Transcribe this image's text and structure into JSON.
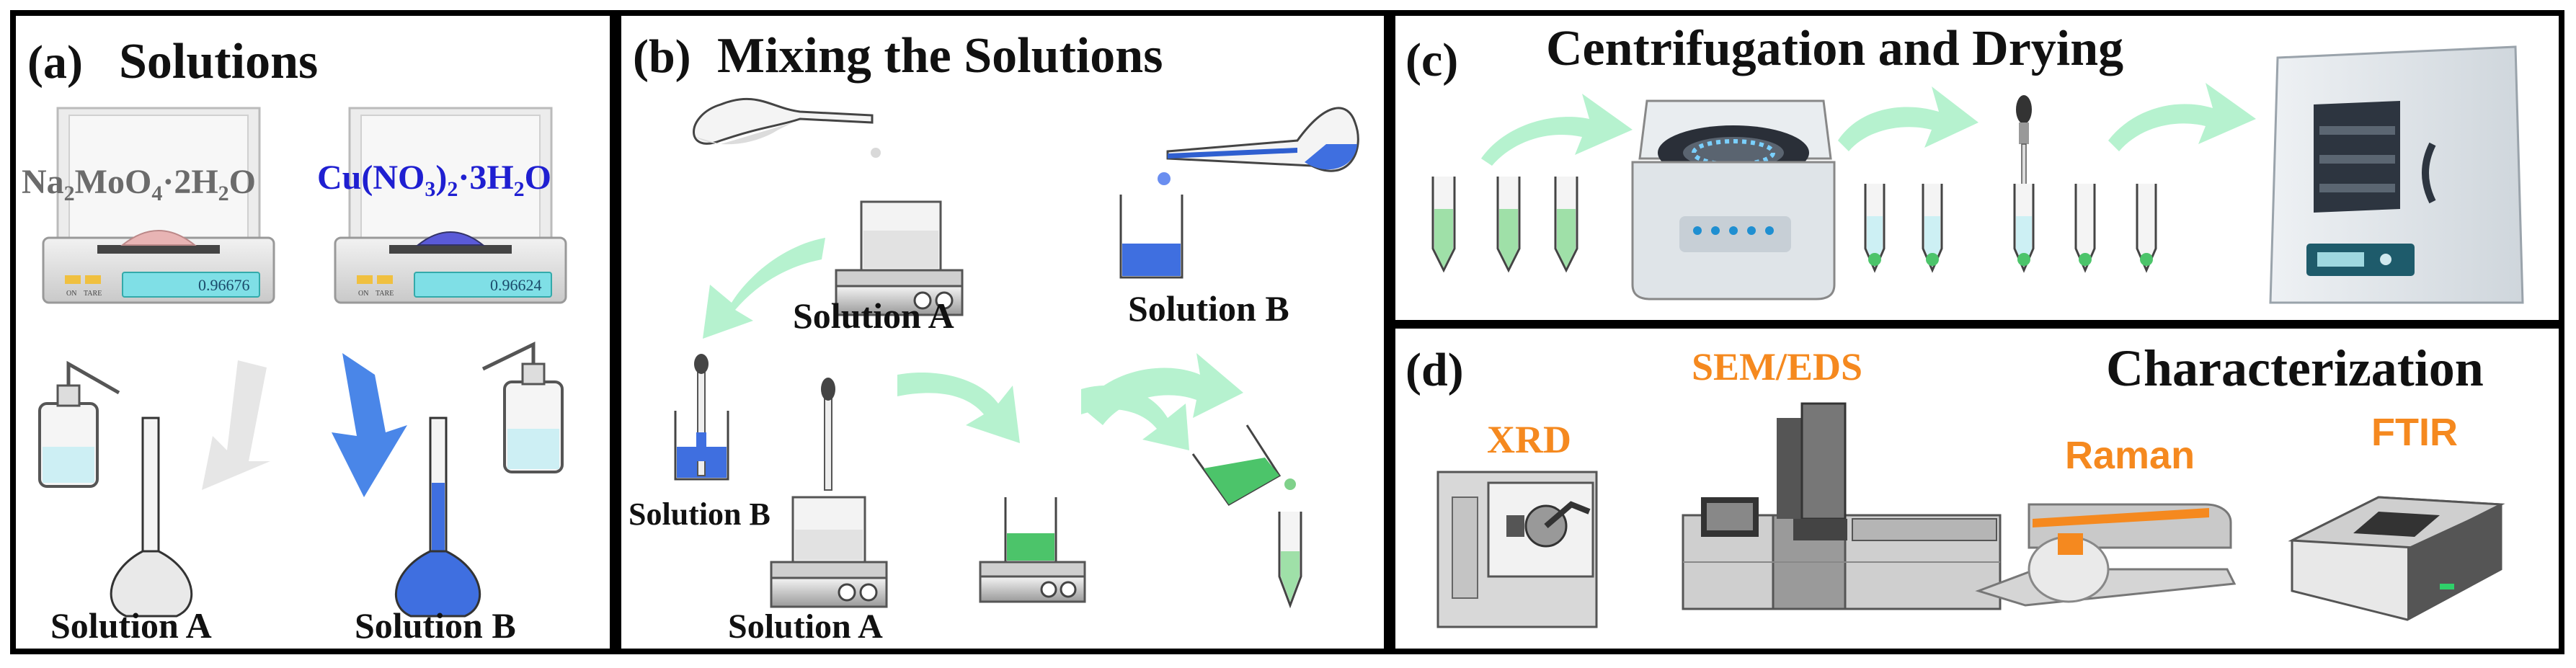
{
  "panels": {
    "a": {
      "tag": "(a)",
      "title": "Solutions",
      "reagent_left": {
        "parts": [
          "Na",
          "2",
          "MoO",
          "4",
          "·2H",
          "2",
          "O"
        ],
        "color": "#6b6b6b"
      },
      "reagent_right": {
        "parts": [
          "Cu(NO",
          "3",
          ")",
          "2",
          "·3H",
          "2",
          "O"
        ],
        "color": "#1f1fd1"
      },
      "balance_left_reading": "0.96676",
      "balance_right_reading": "0.96624",
      "balance_buttons": [
        "ON",
        "TARE"
      ],
      "flask_left_label": "Solution A",
      "flask_right_label": "Solution B"
    },
    "b": {
      "tag": "(b)",
      "title": "Mixing the Solutions",
      "stirrer_top_label": "Solution A",
      "beaker_top_right_label": "Solution B",
      "beaker_bottom_left_label": "Solution B",
      "stirrer_bottom_label": "Solution A"
    },
    "c": {
      "tag": "(c)",
      "title": "Centrifugation and Drying"
    },
    "d": {
      "tag": "(d)",
      "title": "Characterization",
      "instruments": [
        "XRD",
        "SEM/EDS",
        "Raman",
        "FTIR"
      ],
      "instrument_color": "#f5891f"
    }
  },
  "colors": {
    "green_arrow": "#b6f2cf",
    "green_liquid": "#7fd18a",
    "blue_liquid": "#3f6fe0",
    "grey_arrow": "#e6e6e6",
    "blue_arrow": "#4a86e8"
  }
}
